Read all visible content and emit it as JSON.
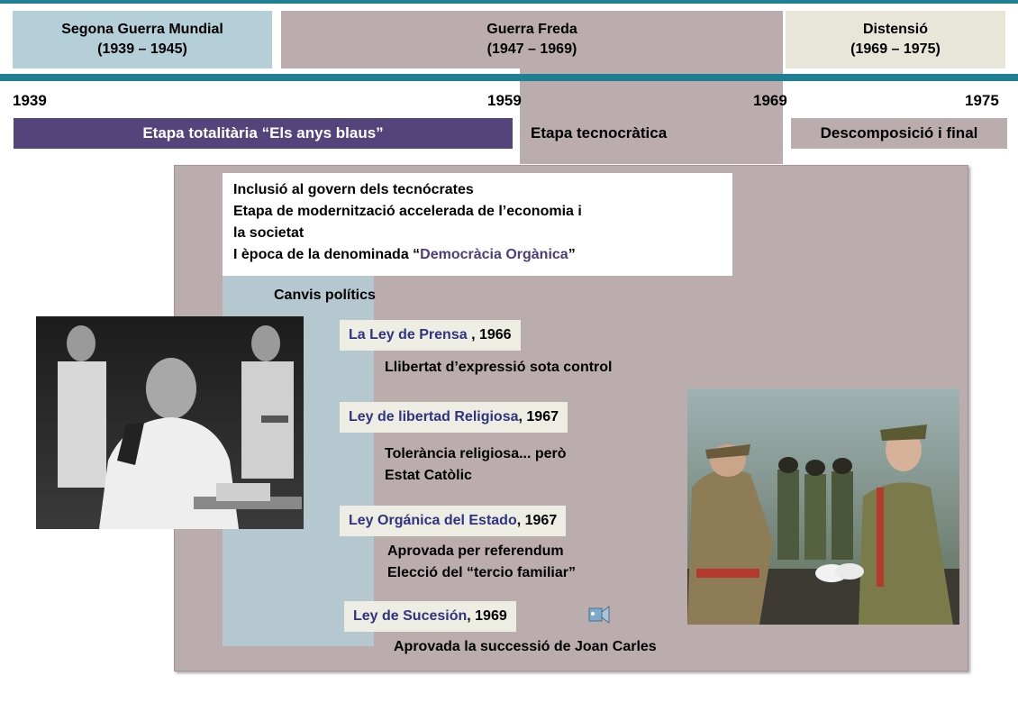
{
  "periods": [
    {
      "line1": "Segona Guerra Mundial",
      "line2": "(1939 – 1945)",
      "color": "#b5cfd8"
    },
    {
      "line1": "Guerra Freda",
      "line2": "(1947 – 1969)",
      "color": "#bbadad"
    },
    {
      "line1": "Distensió",
      "line2": "(1969 – 1975)",
      "color": "#e8e6d9"
    }
  ],
  "years": [
    "1939",
    "1959",
    "1969",
    "1975"
  ],
  "stages": [
    {
      "label": "Etapa totalitària “Els anys blaus”",
      "color": "#53457c",
      "text_color": "#ffffff"
    },
    {
      "label": "Etapa tecnocràtica",
      "color": "#bbadad",
      "text_color": "#000000"
    },
    {
      "label": "Descomposició i final",
      "color": "#bbadad",
      "text_color": "#000000"
    }
  ],
  "intro": {
    "line1": "Inclusió al govern dels tecnócrates",
    "line2": "Etapa de modernització accelerada de l’economia i",
    "line3": "la societat",
    "line4_prefix": "I època de la denominada “",
    "line4_highlight": "Democràcia Orgànica",
    "line4_suffix": "”"
  },
  "section_title": "Canvis polítics",
  "laws": [
    {
      "name": "La Ley de Prensa",
      "year": " , 1966",
      "desc": [
        "Llibertat d’expressió sota control"
      ]
    },
    {
      "name": "Ley de libertad Religiosa",
      "year": ", 1967",
      "desc": [
        "Tolerància religiosa... però",
        "Estat Catòlic"
      ]
    },
    {
      "name": "Ley Orgánica del Estado",
      "year": ", 1967",
      "desc": [
        "Aprovada per referendum",
        "Elecció del “tercio familiar”"
      ]
    },
    {
      "name": "Ley de Sucesión",
      "year": ", 1969",
      "desc": [
        "Aprovada la successió de Joan Carles"
      ]
    }
  ],
  "images": {
    "left": "black-and-white photo of a man in white uniform signing a document with officers behind",
    "right": "color photo of a military officer shaking hands with a young officer in green uniform"
  }
}
